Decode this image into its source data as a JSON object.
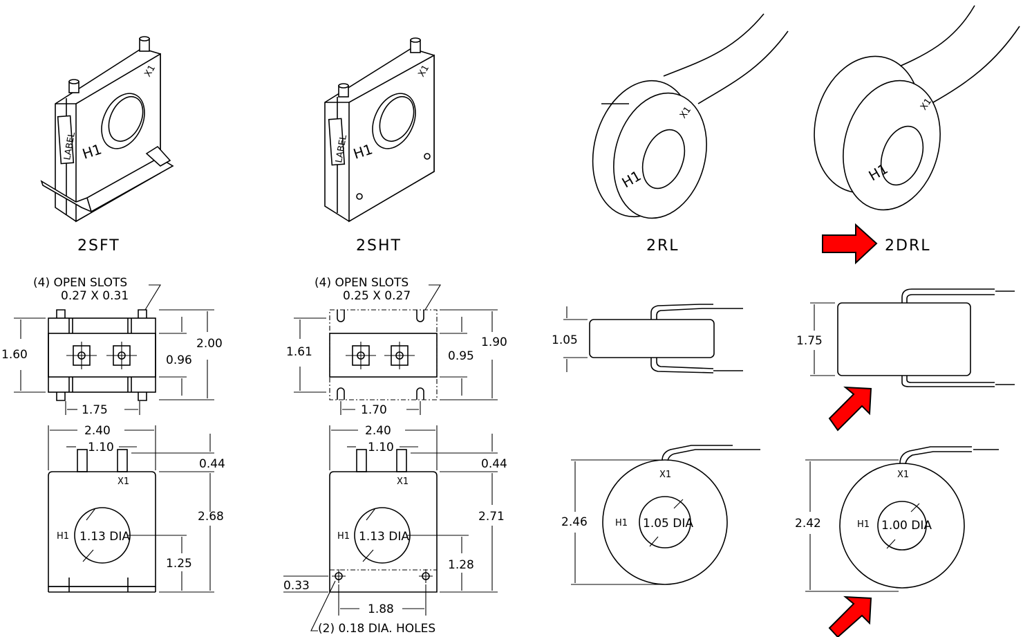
{
  "models": {
    "m1": "2SFT",
    "m2": "2SHT",
    "m3": "2RL",
    "m4": "2DRL"
  },
  "labels": {
    "label": "LABEL",
    "h1": "H1",
    "x1": "X1"
  },
  "sft": {
    "slots_note_1": "(4)  OPEN  SLOTS",
    "slots_note_2": "0.27  X  0.31",
    "d_160": "1.60",
    "d_200": "2.00",
    "d_096": "0.96",
    "d_175": "1.75",
    "d_240": "2.40",
    "d_110": "1.10",
    "d_044": "0.44",
    "d_268": "2.68",
    "d_125": "1.25",
    "dia": "1.13  DIA"
  },
  "sht": {
    "slots_note_1": "(4)  OPEN  SLOTS",
    "slots_note_2": "0.25  X  0.27",
    "d_161": "1.61",
    "d_190": "1.90",
    "d_095": "0.95",
    "d_170": "1.70",
    "d_240": "2.40",
    "d_110": "1.10",
    "d_044": "0.44",
    "d_271": "2.71",
    "d_128": "1.28",
    "d_033": "0.33",
    "d_188": "1.88",
    "holes": "(2)  0.18  DIA.  HOLES",
    "dia": "1.13  DIA"
  },
  "rl": {
    "d_105": "1.05",
    "d_246": "2.46",
    "dia": "1.05  DIA"
  },
  "drl": {
    "d_175": "1.75",
    "d_242": "2.42",
    "dia": "1.00  DIA"
  },
  "colors": {
    "highlight_arrow": "#ff0000"
  }
}
